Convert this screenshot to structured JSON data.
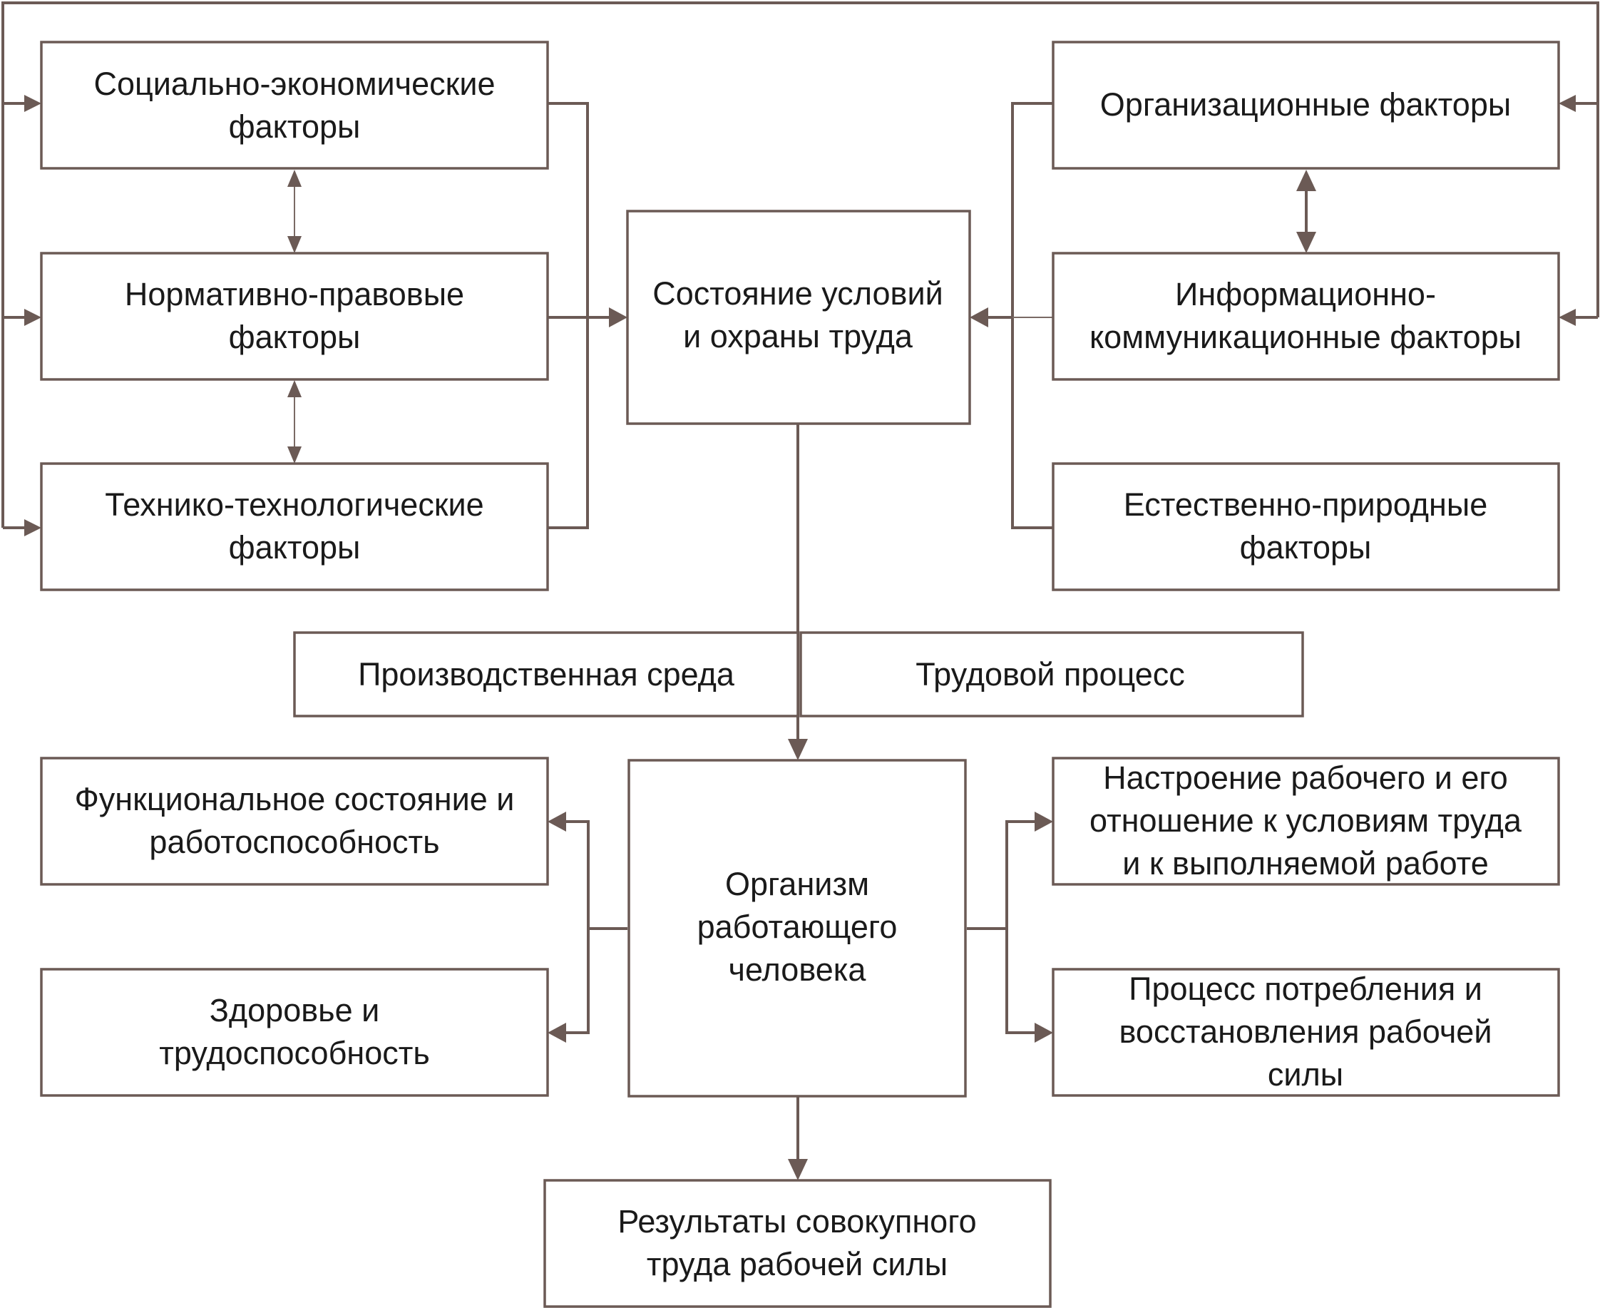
{
  "colors": {
    "line": "#6b5a55",
    "box_border": "#6b5a55",
    "text": "#1a1a1a",
    "background": "#ffffff"
  },
  "boxes": {
    "socio_economic": [
      "Социально-экономические",
      "факторы"
    ],
    "normative_legal": [
      "Нормативно-правовые",
      "факторы"
    ],
    "technical_technological": [
      "Технико-технологические",
      "факторы"
    ],
    "labor_conditions_state": [
      "Состояние условий",
      "и охраны труда"
    ],
    "organizational": [
      "Организационные факторы"
    ],
    "info_communication": [
      "Информационно-",
      "коммуникационные факторы"
    ],
    "natural": [
      "Естественно-природные",
      "факторы"
    ],
    "production_environment": [
      "Производственная среда"
    ],
    "labor_process": [
      "Трудовой процесс"
    ],
    "working_organism": [
      "Организм",
      "работающего",
      "человека"
    ],
    "functional_state": [
      "Функциональное состояние и",
      "работоспособность"
    ],
    "health": [
      "Здоровье и",
      "трудоспособность"
    ],
    "worker_mood": [
      "Настроение рабочего и его",
      "отношение к условиям труда",
      "и к выполняемой работе"
    ],
    "consumption_recovery": [
      "Процесс потребления и",
      "восстановления рабочей",
      "силы"
    ],
    "results": [
      "Результаты совокупного",
      "труда рабочей силы"
    ]
  }
}
